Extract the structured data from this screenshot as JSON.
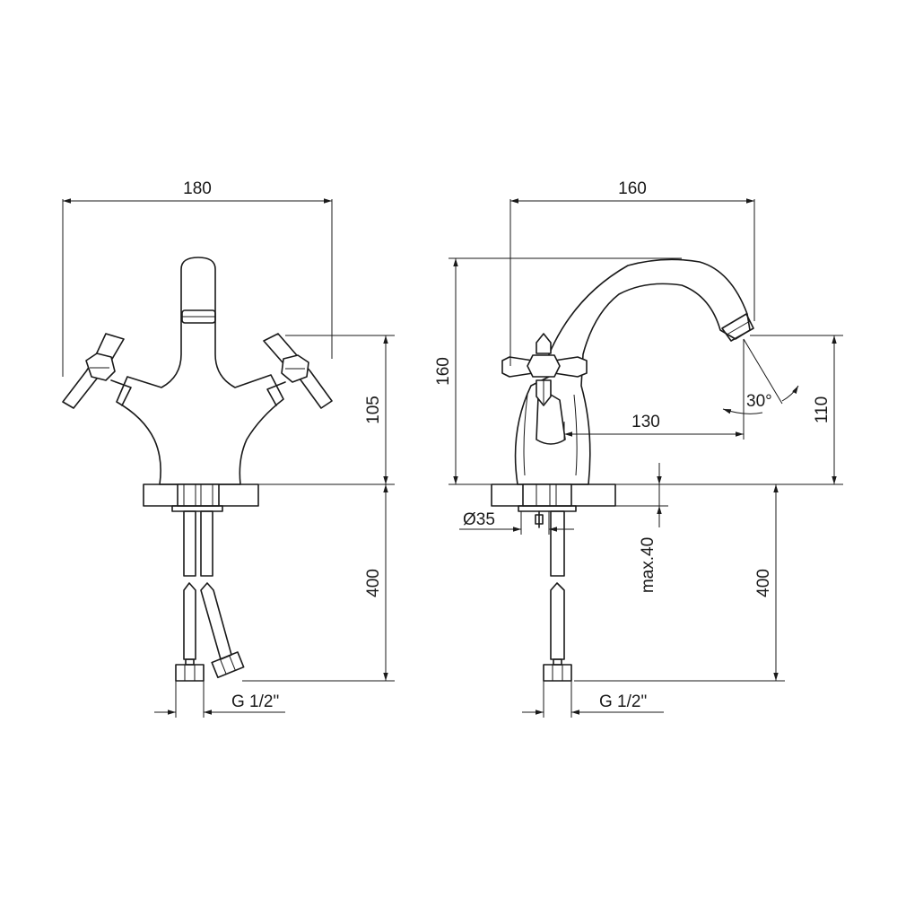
{
  "front_view": {
    "width_label": "180",
    "height_label": "105",
    "hose_length_label": "400",
    "connection_label": "G 1/2\""
  },
  "side_view": {
    "width_label": "160",
    "height_label": "160",
    "reach_label": "130",
    "spout_height_label": "110",
    "angle_label": "30°",
    "diameter_label": "Ø35",
    "max_thickness_label": "max.40",
    "hose_length_label": "400",
    "connection_label": "G 1/2\""
  },
  "colors": {
    "line": "#1a1a1a",
    "background": "#ffffff"
  }
}
